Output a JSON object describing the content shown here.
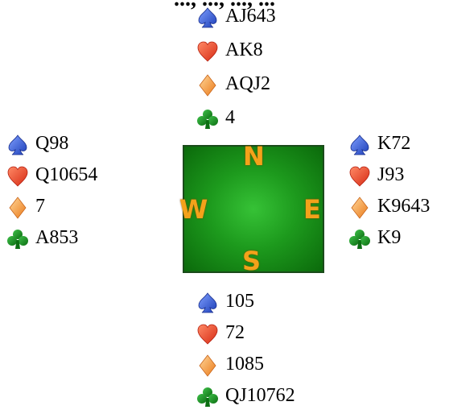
{
  "title": "..., ..., ..., ...",
  "colors": {
    "spade": "#2348c8",
    "heart": "#e63a22",
    "diamond": "#f08a24",
    "club": "#12821a",
    "table": "#1d9a1d",
    "compass": "#f4a21a"
  },
  "table": {
    "north": "N",
    "south": "S",
    "east": "E",
    "west": "W"
  },
  "hands": {
    "north": {
      "spades": "AJ643",
      "hearts": "AK8",
      "diamonds": "AQJ2",
      "clubs": "4"
    },
    "west": {
      "spades": "Q98",
      "hearts": "Q10654",
      "diamonds": "7",
      "clubs": "A853"
    },
    "east": {
      "spades": "K72",
      "hearts": "J93",
      "diamonds": "K9643",
      "clubs": "K9"
    },
    "south": {
      "spades": "105",
      "hearts": "72",
      "diamonds": "1085",
      "clubs": "QJ10762"
    }
  },
  "suit_icons": {
    "spades": "spade-icon",
    "hearts": "heart-icon",
    "diamonds": "diamond-icon",
    "clubs": "club-icon"
  }
}
